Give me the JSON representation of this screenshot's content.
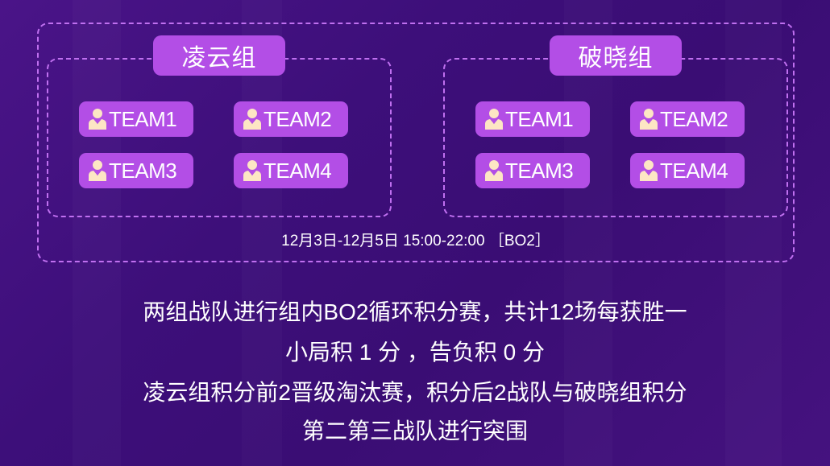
{
  "groups": [
    {
      "name": "凌云组",
      "teams": [
        "TEAM1",
        "TEAM2",
        "TEAM3",
        "TEAM4"
      ]
    },
    {
      "name": "破晓组",
      "teams": [
        "TEAM1",
        "TEAM2",
        "TEAM3",
        "TEAM4"
      ]
    }
  ],
  "schedule": "12月3日-12月5日 15:00-22:00 ［BO2］",
  "description": {
    "line1": "两组战队进行组内BO2循环积分赛，共计12场每获胜一",
    "line2": "小局积 1 分 ，告负积 0 分",
    "line3": "凌云组积分前2晋级淘汰赛，积分后2战队与破晓组积分",
    "line4": "第二第三战队进行突围"
  },
  "colors": {
    "background": "#3d0f7a",
    "accent": "#b34ee6",
    "dash": "#c070f0",
    "icon": "#fde6c4"
  },
  "icons": {
    "team": "user-icon"
  }
}
